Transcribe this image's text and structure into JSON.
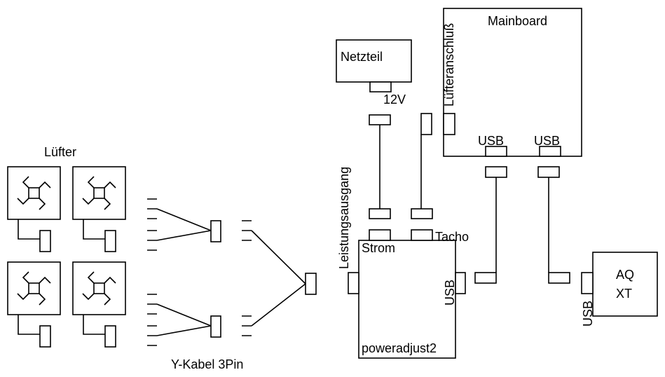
{
  "labels": {
    "mainboard": "Mainboard",
    "fan_header": "Lüfteranschluß",
    "psu": "Netzteil",
    "psu_12v": "12V",
    "usb_mb_1": "USB",
    "usb_mb_2": "USB",
    "fans": "Lüfter",
    "y_cable": "Y-Kabel 3Pin",
    "power_output": "Leistungsausgang",
    "power_in": "Strom",
    "tacho": "Tacho",
    "usb_poweradjust": "USB",
    "poweradjust": "poweradjust2",
    "aqxt_line1": "AQ",
    "aqxt_line2": "XT",
    "usb_aqxt": "USB"
  }
}
